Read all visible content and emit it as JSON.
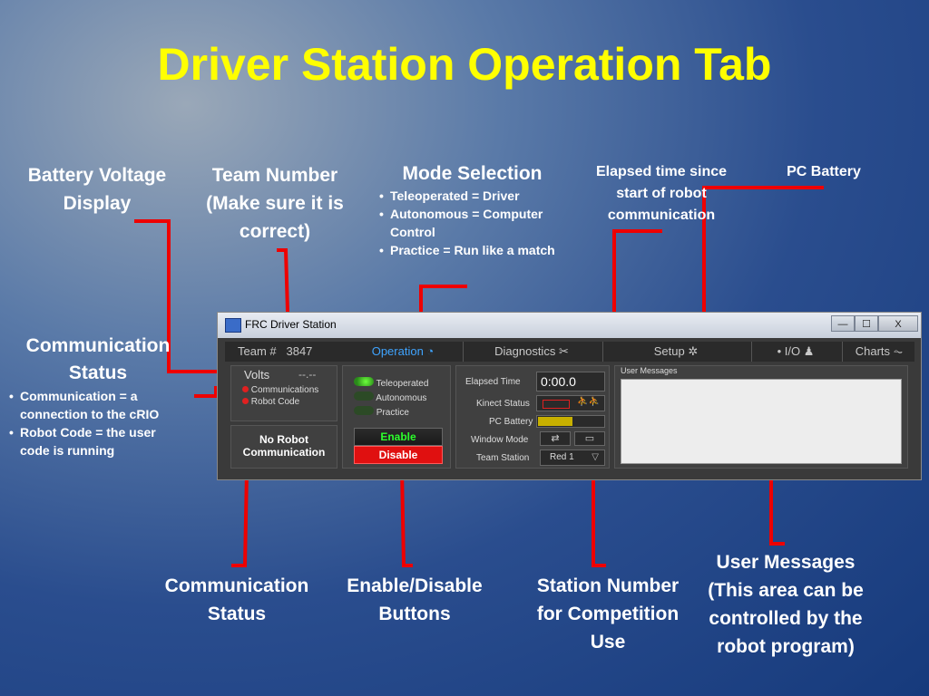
{
  "title": "Driver Station Operation Tab",
  "labels": {
    "battery_voltage": [
      "Battery Voltage",
      "Display"
    ],
    "team_number": [
      "Team Number",
      "(Make sure it is",
      "correct)"
    ],
    "mode_selection": "Mode Selection",
    "mode_bullets": [
      "Teleoperated = Driver",
      "Autonomous = Computer Control",
      "Practice = Run like a match"
    ],
    "elapsed_time": [
      "Elapsed time since",
      "start of robot",
      "communication"
    ],
    "pc_battery": "PC Battery",
    "comm_status_left": [
      "Communication",
      "Status"
    ],
    "comm_bullets": [
      "Communication = a connection to the cRIO",
      "Robot Code = the user code is running"
    ],
    "comm_status_bottom": [
      "Communication",
      "Status"
    ],
    "enable_disable": [
      "Enable/Disable",
      "Buttons"
    ],
    "station_number": [
      "Station Number",
      "for Competition",
      "Use"
    ],
    "user_messages": [
      "User Messages",
      "(This area can be",
      "controlled by the",
      "robot program)"
    ]
  },
  "window": {
    "title": "FRC Driver Station",
    "min": "—",
    "max": "☐",
    "close": "X",
    "tabs": {
      "team_label": "Team #",
      "team_number": "3847",
      "operation": "Operation",
      "diagnostics": "Diagnostics",
      "setup": "Setup",
      "io": "I/O",
      "charts": "Charts"
    },
    "volts_label": "Volts",
    "volts_value": "--.--",
    "communications": "Communications",
    "robot_code": "Robot Code",
    "no_robot": [
      "No Robot",
      "Communication"
    ],
    "modes": [
      "Teleoperated",
      "Autonomous",
      "Practice"
    ],
    "enable": "Enable",
    "disable": "Disable",
    "elapsed_label": "Elapsed Time",
    "elapsed_value": "0:00.0",
    "kinect_label": "Kinect Status",
    "pcbattery_label": "PC Battery",
    "window_mode_label": "Window Mode",
    "team_station_label": "Team Station",
    "team_station_value": "Red 1",
    "user_messages_label": "User Messages"
  }
}
